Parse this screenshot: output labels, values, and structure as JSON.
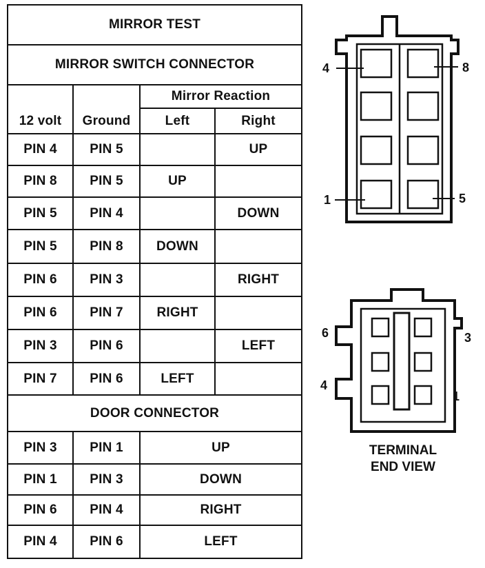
{
  "table": {
    "title": "MIRROR TEST",
    "section1": "MIRROR SWITCH CONNECTOR",
    "group_header": "Mirror Reaction",
    "headers": [
      "12 volt",
      "Ground",
      "Left",
      "Right"
    ],
    "rows": [
      [
        "PIN 4",
        "PIN 5",
        "",
        "UP"
      ],
      [
        "PIN 8",
        "PIN 5",
        "UP",
        ""
      ],
      [
        "PIN 5",
        "PIN 4",
        "",
        "DOWN"
      ],
      [
        "PIN 5",
        "PIN 8",
        "DOWN",
        ""
      ],
      [
        "PIN 6",
        "PIN 3",
        "",
        "RIGHT"
      ],
      [
        "PIN 6",
        "PIN 7",
        "RIGHT",
        ""
      ],
      [
        "PIN 3",
        "PIN 6",
        "",
        "LEFT"
      ],
      [
        "PIN 7",
        "PIN 6",
        "LEFT",
        ""
      ]
    ],
    "section2": "DOOR CONNECTOR",
    "door_rows": [
      [
        "PIN 3",
        "PIN 1",
        "UP"
      ],
      [
        "PIN 1",
        "PIN 3",
        "DOWN"
      ],
      [
        "PIN 6",
        "PIN 4",
        "RIGHT"
      ],
      [
        "PIN 4",
        "PIN 6",
        "LEFT"
      ]
    ]
  },
  "switch_connector": {
    "pin_labels": [
      "4",
      "8",
      "1",
      "5"
    ]
  },
  "door_connector": {
    "pin_labels": [
      "6",
      "3",
      "4",
      "1"
    ],
    "caption_line1": "TERMINAL",
    "caption_line2": "END VIEW"
  }
}
